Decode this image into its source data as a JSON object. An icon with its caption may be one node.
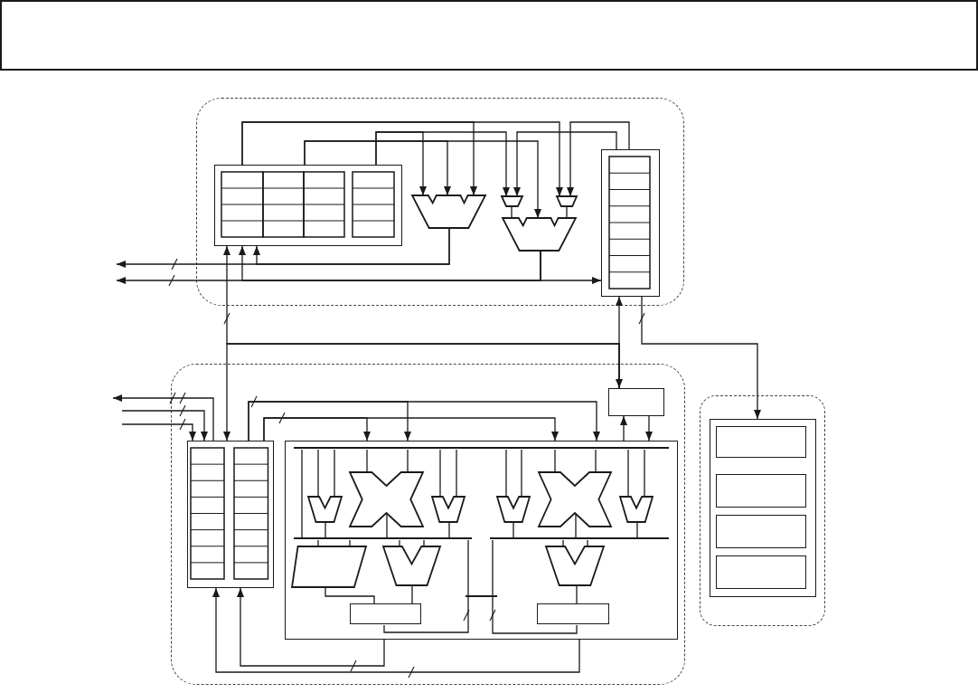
{
  "diagram": {
    "nodes": [
      {
        "text": [],
        "shape": "box"
      },
      {
        "text": [],
        "shape": "box"
      },
      {
        "text": [],
        "shape": "box",
        "in": 1
      },
      {
        "text": [],
        "shape": "trapezoid",
        "in": 1
      },
      {
        "text": [],
        "shape": "trapezoid",
        "in": 1
      },
      {
        "text": [],
        "shape": "trapezoid",
        "in": 1
      },
      {
        "text": [],
        "shape": "trapezoid",
        "in": 1
      },
      {
        "text": [],
        "shape": "box",
        "in": 1
      },
      {
        "text": [],
        "shape": "box"
      },
      {
        "text": [],
        "shape": "box",
        "in": 8
      },
      {
        "text": [],
        "shape": "box",
        "in": 8
      },
      {
        "text": [],
        "shape": "box",
        "in": 8
      },
      {
        "text": [],
        "shape": "bar",
        "in": 11
      },
      {
        "text": [],
        "shape": "trapezoid",
        "in": 11
      },
      {
        "text": [],
        "shape": "cross",
        "in": 11
      },
      {
        "text": [],
        "shape": "trapezoid",
        "in": 11
      },
      {
        "text": [],
        "shape": "trapezoid",
        "in": 11
      },
      {
        "text": [],
        "shape": "cross",
        "in": 11
      },
      {
        "text": [],
        "shape": "trapezoid",
        "in": 11
      },
      {
        "text": [],
        "shape": "bar",
        "in": 11
      },
      {
        "text": [],
        "shape": "bar",
        "in": 11
      },
      {
        "text": [],
        "shape": "parallelogram",
        "in": 11
      },
      {
        "text": [],
        "shape": "trapezoid",
        "in": 11
      },
      {
        "text": [],
        "shape": "trapezoid",
        "in": 11
      },
      {
        "text": [],
        "shape": "box",
        "in": 11
      },
      {
        "text": [],
        "shape": "box",
        "in": 11
      },
      {
        "text": [],
        "shape": "box"
      },
      {
        "text": [],
        "shape": "box",
        "in": 26
      },
      {
        "text": [],
        "shape": "box",
        "in": 27
      },
      {
        "text": [],
        "shape": "box",
        "in": 27
      },
      {
        "text": [],
        "shape": "box",
        "in": 27
      },
      {
        "text": [],
        "shape": "box",
        "in": 27
      }
    ],
    "edges": [
      {
        "from": 2,
        "to": 3,
        "arrow": "to"
      },
      {
        "from": 2,
        "to": 5,
        "arrow": "to"
      },
      {
        "from": 7,
        "to": 5,
        "arrow": "to"
      },
      {
        "from": 2,
        "to": 3,
        "arrow": "to"
      },
      {
        "from": 2,
        "to": 4,
        "arrow": "to"
      },
      {
        "from": 7,
        "to": 4,
        "arrow": "to"
      },
      {
        "from": 2,
        "to": 3,
        "arrow": "to"
      },
      {
        "from": 2,
        "to": 6,
        "arrow": "to"
      },
      {
        "from": 4,
        "to": 6,
        "arrow": "none"
      },
      {
        "from": 5,
        "to": 6,
        "arrow": "none"
      },
      {
        "from": 3,
        "to": null,
        "arrow": "to"
      },
      {
        "from": 3,
        "to": 2,
        "arrow": "to"
      },
      {
        "from": 6,
        "to": null,
        "arrow": "to"
      },
      {
        "from": 6,
        "to": 7,
        "arrow": "to"
      },
      {
        "from": 6,
        "to": 2,
        "arrow": "to"
      },
      {
        "from": 7,
        "to": 9,
        "arrow": "both"
      },
      {
        "from": 9,
        "to": 2,
        "arrow": "to"
      },
      {
        "from": 9,
        "to": 10,
        "arrow": "to"
      },
      {
        "from": 7,
        "to": 27,
        "arrow": "to"
      },
      {
        "from": 10,
        "to": null,
        "arrow": "to"
      },
      {
        "from": null,
        "to": 10,
        "arrow": "to"
      },
      {
        "from": null,
        "to": 10,
        "arrow": "to"
      },
      {
        "from": 10,
        "to": 11,
        "arrow": "to"
      },
      {
        "from": 10,
        "to": 11,
        "arrow": "to"
      },
      {
        "from": 10,
        "to": 11,
        "arrow": "to"
      },
      {
        "from": 10,
        "to": 11,
        "arrow": "to"
      },
      {
        "from": 11,
        "to": 9,
        "arrow": "to"
      },
      {
        "from": 9,
        "to": 11,
        "arrow": "to"
      },
      {
        "from": 12,
        "to": 13,
        "arrow": "none"
      },
      {
        "from": 12,
        "to": 13,
        "arrow": "none"
      },
      {
        "from": 12,
        "to": 14,
        "arrow": "none"
      },
      {
        "from": 12,
        "to": 14,
        "arrow": "none"
      },
      {
        "from": 12,
        "to": 15,
        "arrow": "none"
      },
      {
        "from": 12,
        "to": 15,
        "arrow": "none"
      },
      {
        "from": 12,
        "to": 16,
        "arrow": "none"
      },
      {
        "from": 12,
        "to": 16,
        "arrow": "none"
      },
      {
        "from": 12,
        "to": 17,
        "arrow": "none"
      },
      {
        "from": 12,
        "to": 17,
        "arrow": "none"
      },
      {
        "from": 12,
        "to": 18,
        "arrow": "none"
      },
      {
        "from": 12,
        "to": 18,
        "arrow": "none"
      },
      {
        "from": 12,
        "to": 19,
        "arrow": "none"
      },
      {
        "from": 13,
        "to": 19,
        "arrow": "none"
      },
      {
        "from": 14,
        "to": 19,
        "arrow": "none"
      },
      {
        "from": 15,
        "to": 19,
        "arrow": "none"
      },
      {
        "from": 16,
        "to": 20,
        "arrow": "none"
      },
      {
        "from": 17,
        "to": 20,
        "arrow": "none"
      },
      {
        "from": 18,
        "to": 20,
        "arrow": "none"
      },
      {
        "from": 19,
        "to": 21,
        "arrow": "none"
      },
      {
        "from": 19,
        "to": 21,
        "arrow": "none"
      },
      {
        "from": 19,
        "to": 22,
        "arrow": "none"
      },
      {
        "from": 19,
        "to": 22,
        "arrow": "none"
      },
      {
        "from": 20,
        "to": 23,
        "arrow": "none"
      },
      {
        "from": 20,
        "to": 23,
        "arrow": "none"
      },
      {
        "from": 21,
        "to": 24,
        "arrow": "none"
      },
      {
        "from": 22,
        "to": 24,
        "arrow": "none"
      },
      {
        "from": 23,
        "to": 25,
        "arrow": "none"
      },
      {
        "from": 24,
        "to": 19,
        "arrow": "none"
      },
      {
        "from": 25,
        "to": 20,
        "arrow": "none"
      },
      {
        "from": 11,
        "to": 10,
        "arrow": "to"
      },
      {
        "from": 11,
        "to": 10,
        "arrow": "to"
      }
    ]
  }
}
